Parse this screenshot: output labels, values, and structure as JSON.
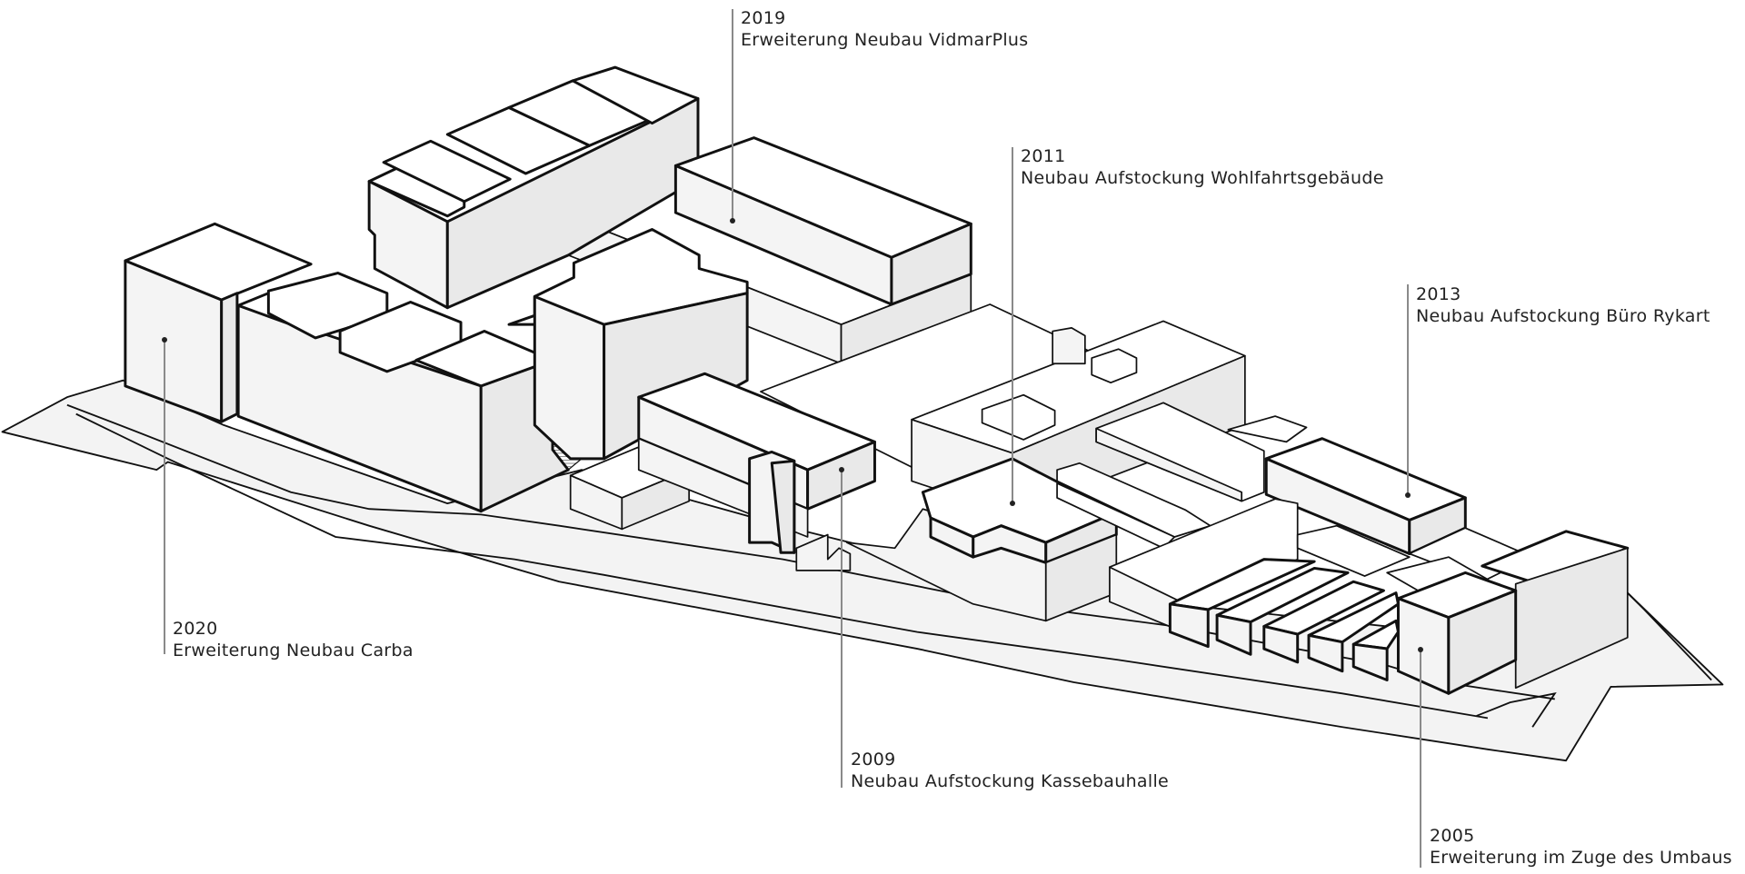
{
  "diagram": {
    "type": "axonometric-site-plan",
    "colors": {
      "line": "#111111",
      "roof": "#ffffff",
      "wall_light": "#f4f4f4",
      "wall_shade": "#e9e9e9",
      "ground": "#f3f3f3",
      "leader": "#8a8a8a",
      "text": "#222222"
    },
    "annotations": [
      {
        "year": "2019",
        "description": "Erweiterung Neubau VidmarPlus"
      },
      {
        "year": "2011",
        "description": "Neubau Aufstockung Wohlfahrtsgebäude"
      },
      {
        "year": "2013",
        "description": "Neubau Aufstockung Büro Rykart"
      },
      {
        "year": "2020",
        "description": "Erweiterung Neubau Carba"
      },
      {
        "year": "2009",
        "description": "Neubau Aufstockung Kassebauhalle"
      },
      {
        "year": "2005",
        "description": "Erweiterung im Zuge des Umbaus"
      }
    ]
  }
}
